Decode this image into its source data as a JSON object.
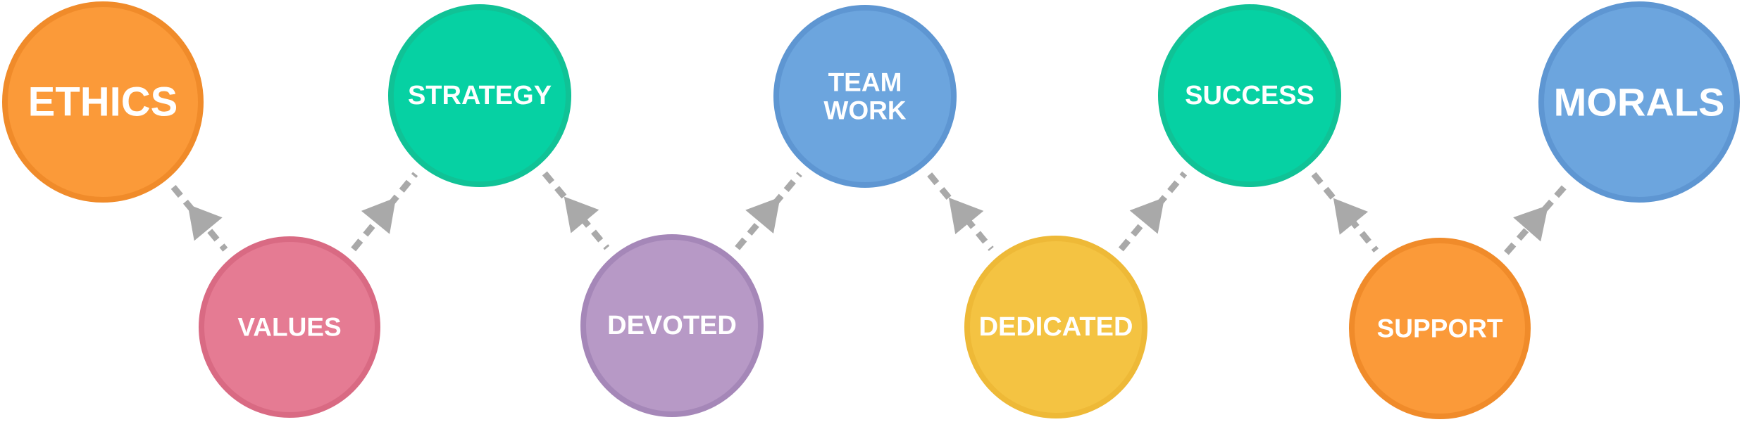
{
  "nodes": [
    {
      "id": "ethics",
      "lines": [
        "ETHICS"
      ],
      "fill": "#FB9A39",
      "ring": "#F08B2A"
    },
    {
      "id": "values",
      "lines": [
        "VALUES"
      ],
      "fill": "#E57B93",
      "ring": "#D96A83"
    },
    {
      "id": "strategy",
      "lines": [
        "STRATEGY"
      ],
      "fill": "#06D1A3",
      "ring": "#10C296"
    },
    {
      "id": "devoted",
      "lines": [
        "DEVOTED"
      ],
      "fill": "#B799C6",
      "ring": "#A587B8"
    },
    {
      "id": "team-work",
      "lines": [
        "TEAM",
        "WORK"
      ],
      "fill": "#6CA5DE",
      "ring": "#5E96D2"
    },
    {
      "id": "dedicated",
      "lines": [
        "DEDICATED"
      ],
      "fill": "#F4C342",
      "ring": "#EEB937"
    },
    {
      "id": "success",
      "lines": [
        "SUCCESS"
      ],
      "fill": "#06D1A3",
      "ring": "#10C296"
    },
    {
      "id": "support",
      "lines": [
        "SUPPORT"
      ],
      "fill": "#FB9A39",
      "ring": "#F08B2A"
    },
    {
      "id": "morals",
      "lines": [
        "MORALS"
      ],
      "fill": "#6CA5DE",
      "ring": "#5E96D2"
    }
  ],
  "connectors": [
    {
      "from": "ethics",
      "to": "values",
      "arrow_toward": "from"
    },
    {
      "from": "values",
      "to": "strategy",
      "arrow_toward": "to"
    },
    {
      "from": "strategy",
      "to": "devoted",
      "arrow_toward": "from"
    },
    {
      "from": "devoted",
      "to": "team-work",
      "arrow_toward": "to"
    },
    {
      "from": "team-work",
      "to": "dedicated",
      "arrow_toward": "from"
    },
    {
      "from": "dedicated",
      "to": "success",
      "arrow_toward": "to"
    },
    {
      "from": "success",
      "to": "support",
      "arrow_toward": "from"
    },
    {
      "from": "support",
      "to": "morals",
      "arrow_toward": "to"
    }
  ],
  "colors": {
    "connector": "#A9A9A9",
    "background": "#FFFFFF"
  }
}
